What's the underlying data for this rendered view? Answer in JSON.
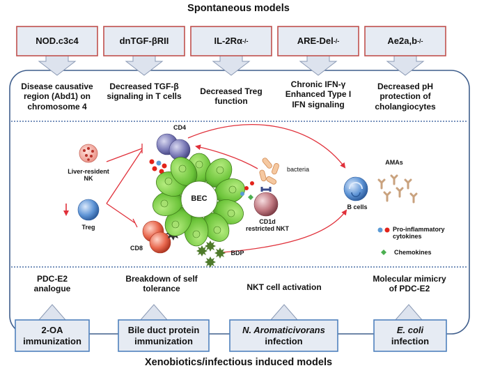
{
  "header": {
    "title": "Spontaneous models"
  },
  "footer": {
    "title": "Xenobiotics/infectious induced models"
  },
  "spontaneous": [
    {
      "label": "NOD.c3c4",
      "description": "Disease causative region (Abd1) on chromosome 4"
    },
    {
      "label": "dnTGF-βRII",
      "description": "Decreased TGF-β signaling in T cells"
    },
    {
      "label": "IL-2Rα-/-",
      "description": "Decreased Treg function"
    },
    {
      "label": "ARE-Del-/-",
      "description": "Chronic IFN-γ\nEnhanced Type I IFN signaling"
    },
    {
      "label": "Ae2a,b-/-",
      "description": "Decreased pH protection of cholangiocytes"
    }
  ],
  "induced": [
    {
      "label": "2-OA immunization",
      "description": "PDC-E2 analogue"
    },
    {
      "label": "Bile duct protein immunization",
      "description": "Breakdown of self tolerance"
    },
    {
      "label": "N. Aromaticivorans infection",
      "description": "NKT cell activation"
    },
    {
      "label": "E. coli infection",
      "description": "Molecular mimicry of PDC-E2"
    }
  ],
  "cells": {
    "cd4": "CD4",
    "nk": "Liver-resident NK",
    "treg": "Treg",
    "cd8": "CD8",
    "bec": "BEC",
    "bacteria": "bacteria",
    "nkt": "CD1d restricted NKT",
    "bcells": "B cells",
    "amas": "AMAs",
    "bdp": "BDP"
  },
  "legend": {
    "cytokines": "Pro-inflammatory cytokines",
    "chemokines": "Chemokines"
  },
  "colors": {
    "red_box_border": "#c0504d",
    "blue_box_border": "#4f81bd",
    "box_fill": "#e6ebf3",
    "arrow_fill": "#dde3ee",
    "arrow_stroke": "#8a99b4",
    "frame": "#3f5e8c",
    "divider": "#4a6fa5",
    "inhibit_line": "#e0303a",
    "bec_green": "#6cc43a",
    "cd4_purple": "#6a6aa8",
    "cd8_red": "#e0604a",
    "treg_blue": "#5a8ed0",
    "nk_pink": "#e07a70",
    "bdp_green": "#4e7a2a"
  }
}
